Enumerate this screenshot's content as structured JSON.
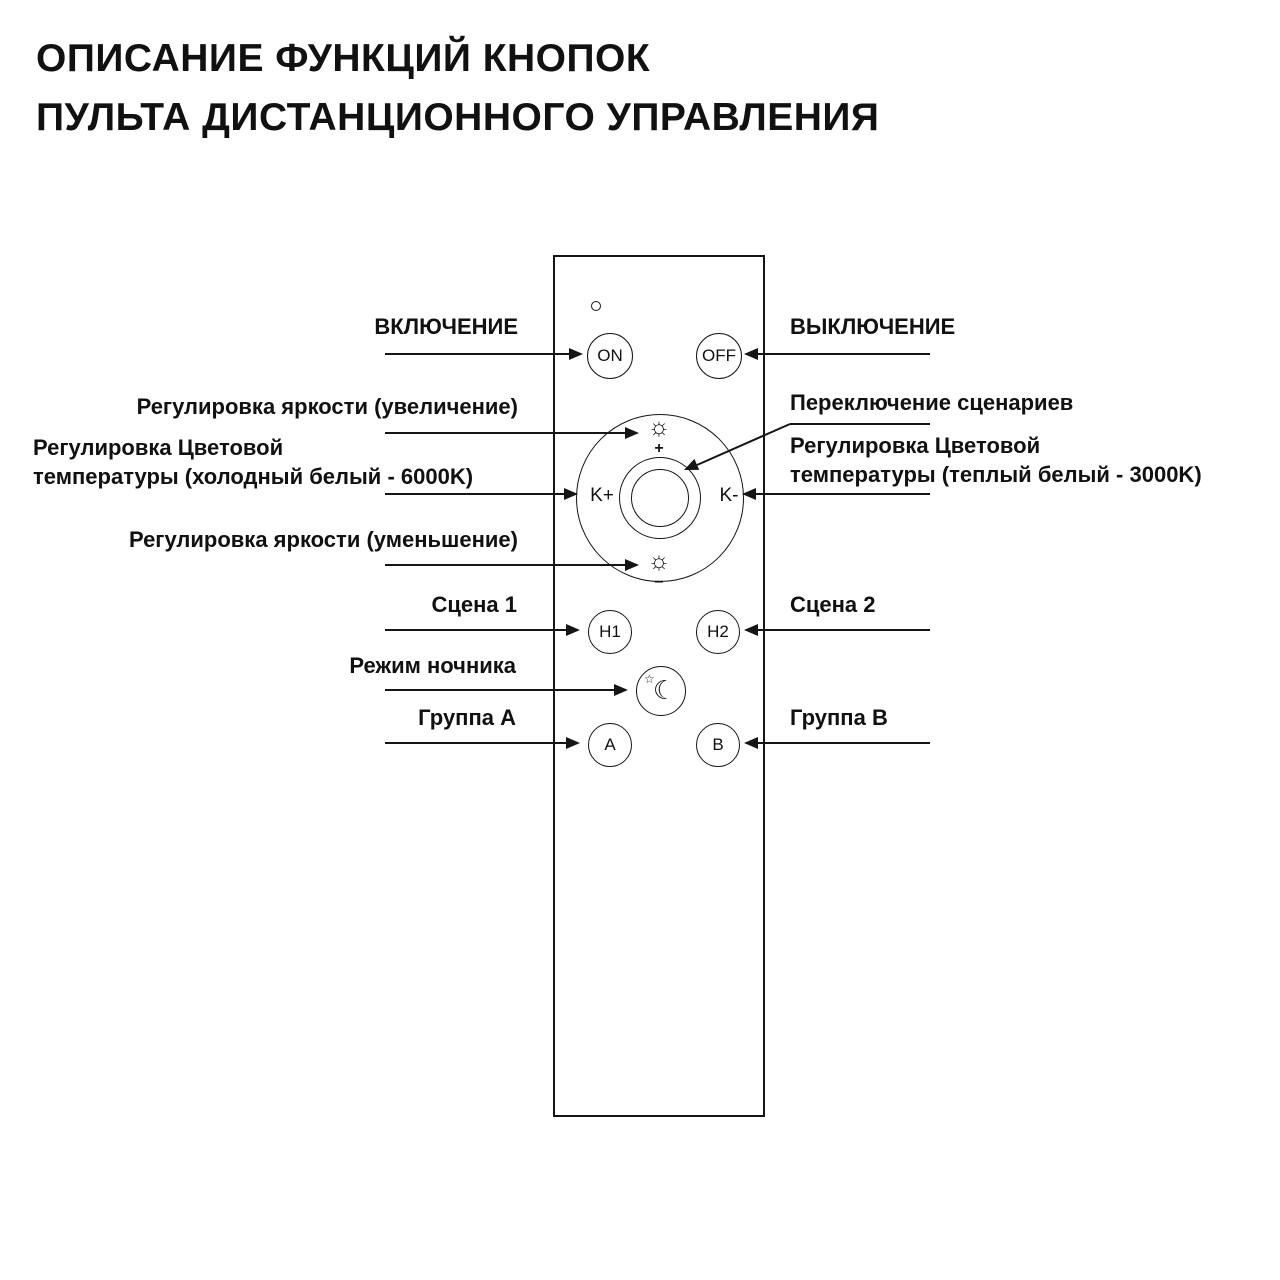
{
  "title": {
    "line1": "ОПИСАНИЕ ФУНКЦИЙ КНОПОК",
    "line2": "ПУЛЬТА ДИСТАНЦИОННОГО УПРАВЛЕНИЯ"
  },
  "remote": {
    "buttons": {
      "on": "ON",
      "off": "OFF",
      "k_plus": "K+",
      "k_minus": "K-",
      "h1": "H1",
      "h2": "H2",
      "a": "A",
      "b": "B"
    },
    "icons": {
      "sun": "☼",
      "plus": "+",
      "minus": "−",
      "moon": "☾",
      "star": "☆"
    }
  },
  "annotations": {
    "left": {
      "power_on": "ВКЛЮЧЕНИЕ",
      "brightness_up": "Регулировка яркости (увеличение)",
      "cold_white_line1": "Регулировка Цветовой",
      "cold_white_line2": "температуры (холодный белый - 6000K)",
      "brightness_down": "Регулировка яркости (уменьшение)",
      "scene_1": "Сцена 1",
      "night_mode": "Режим ночника",
      "group_a": "Группа A"
    },
    "right": {
      "power_off": "ВЫКЛЮЧЕНИЕ",
      "scenario_switch": "Переключение сценариев",
      "warm_white_line1": "Регулировка Цветовой",
      "warm_white_line2": "температуры (теплый белый - 3000K)",
      "scene_2": "Сцена 2",
      "group_b": "Группа B"
    }
  },
  "colors": {
    "ink": "#151515",
    "background": "#ffffff"
  }
}
